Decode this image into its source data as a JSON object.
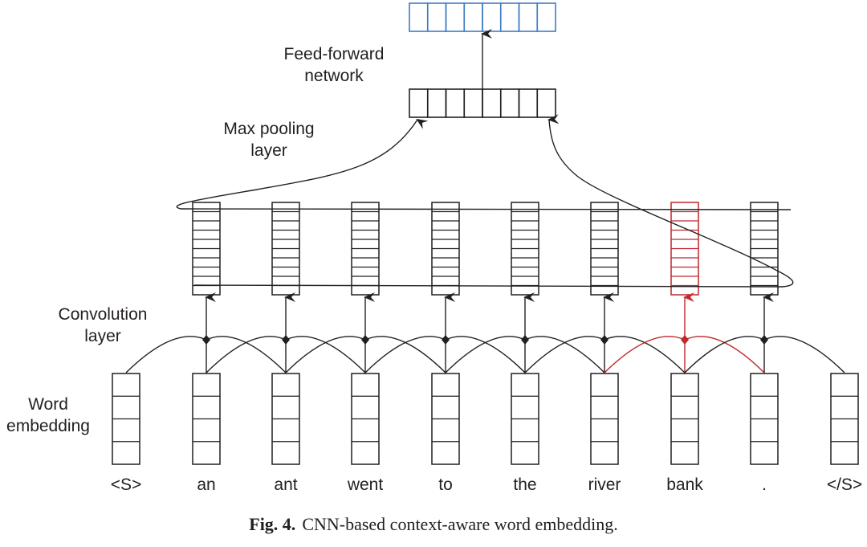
{
  "figure": {
    "labels": {
      "feed_forward": [
        "Feed-forward",
        "network"
      ],
      "max_pooling": [
        "Max pooling",
        "layer"
      ],
      "convolution": [
        "Convolution",
        "layer"
      ],
      "word_embedding": [
        "Word",
        "embedding"
      ]
    },
    "words": [
      "<S>",
      "an",
      "ant",
      "went",
      "to",
      "the",
      "river",
      "bank",
      ".",
      "</S>"
    ],
    "highlighted_word": "bank",
    "embedding_cells_per_word": 4,
    "feature_cells_per_word": 10,
    "pooled_vector_cells": 8,
    "output_vector_cells": 8,
    "colors": {
      "line": "#231f20",
      "highlight": "#c1272d",
      "output": "#3f7cc4"
    }
  },
  "caption": {
    "label": "Fig. 4.",
    "text": "CNN-based context-aware word embedding."
  }
}
